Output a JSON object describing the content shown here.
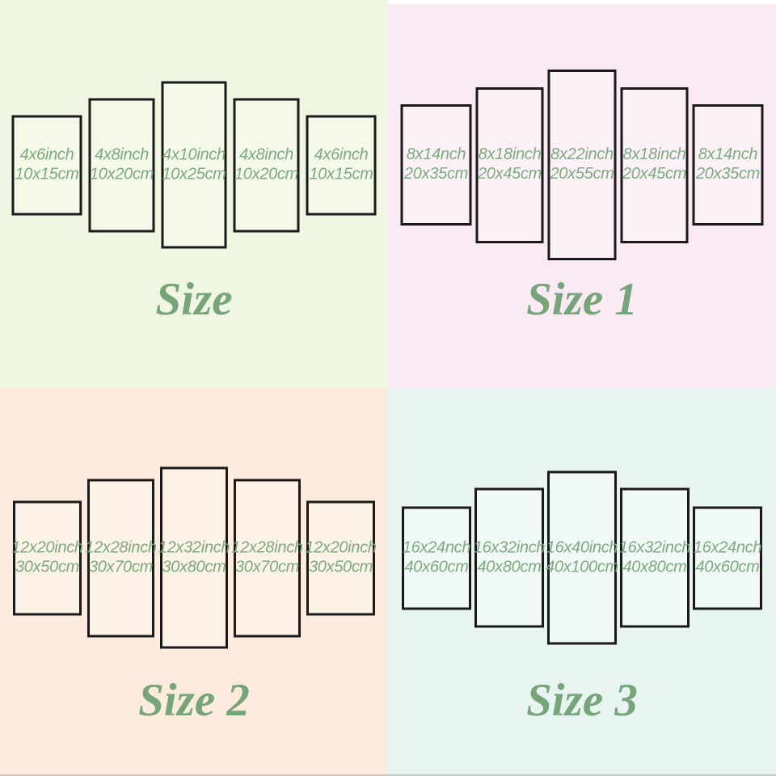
{
  "colors": {
    "panel_border": "#1a1a1a",
    "label_text": "#7cab7f",
    "title_text": "#75a578",
    "top_edge_strip": "#fefefe",
    "bottom_edge_line": "#9d9d9d"
  },
  "quadrants": [
    {
      "id": "size",
      "title": "Size",
      "background": "#eff6e2",
      "panel_fill": "#f4f9ea",
      "panels": [
        {
          "inch": "4x6inch",
          "cm": "10x15cm"
        },
        {
          "inch": "4x8inch",
          "cm": "10x20cm"
        },
        {
          "inch": "4x10inch",
          "cm": "10x25cm"
        },
        {
          "inch": "4x8inch",
          "cm": "10x20cm"
        },
        {
          "inch": "4x6inch",
          "cm": "10x15cm"
        }
      ]
    },
    {
      "id": "size-1",
      "title": "Size 1",
      "background": "#fbe9f4",
      "panel_fill": "#fdf1f8",
      "panels": [
        {
          "inch": "8x14nch",
          "cm": "20x35cm"
        },
        {
          "inch": "8x18inch",
          "cm": "20x45cm"
        },
        {
          "inch": "8x22inch",
          "cm": "20x55cm"
        },
        {
          "inch": "8x18inch",
          "cm": "20x45cm"
        },
        {
          "inch": "8x14nch",
          "cm": "20x35cm"
        }
      ]
    },
    {
      "id": "size-2",
      "title": "Size 2",
      "background": "#fdecdd",
      "panel_fill": "#fdf2e6",
      "panels": [
        {
          "inch": "12x20inch",
          "cm": "30x50cm"
        },
        {
          "inch": "12x28inch",
          "cm": "30x70cm"
        },
        {
          "inch": "12x32inch",
          "cm": "30x80cm"
        },
        {
          "inch": "12x28inch",
          "cm": "30x70cm"
        },
        {
          "inch": "12x20inch",
          "cm": "30x50cm"
        }
      ]
    },
    {
      "id": "size-3",
      "title": "Size 3",
      "background": "#e7f4f0",
      "panel_fill": "#f0f9f5",
      "panels": [
        {
          "inch": "16x24nch",
          "cm": "40x60cm"
        },
        {
          "inch": "16x32inch",
          "cm": "40x80cm"
        },
        {
          "inch": "16x40inch",
          "cm": "40x100cm"
        },
        {
          "inch": "16x32inch",
          "cm": "40x80cm"
        },
        {
          "inch": "16x24nch",
          "cm": "40x60cm"
        }
      ]
    }
  ]
}
